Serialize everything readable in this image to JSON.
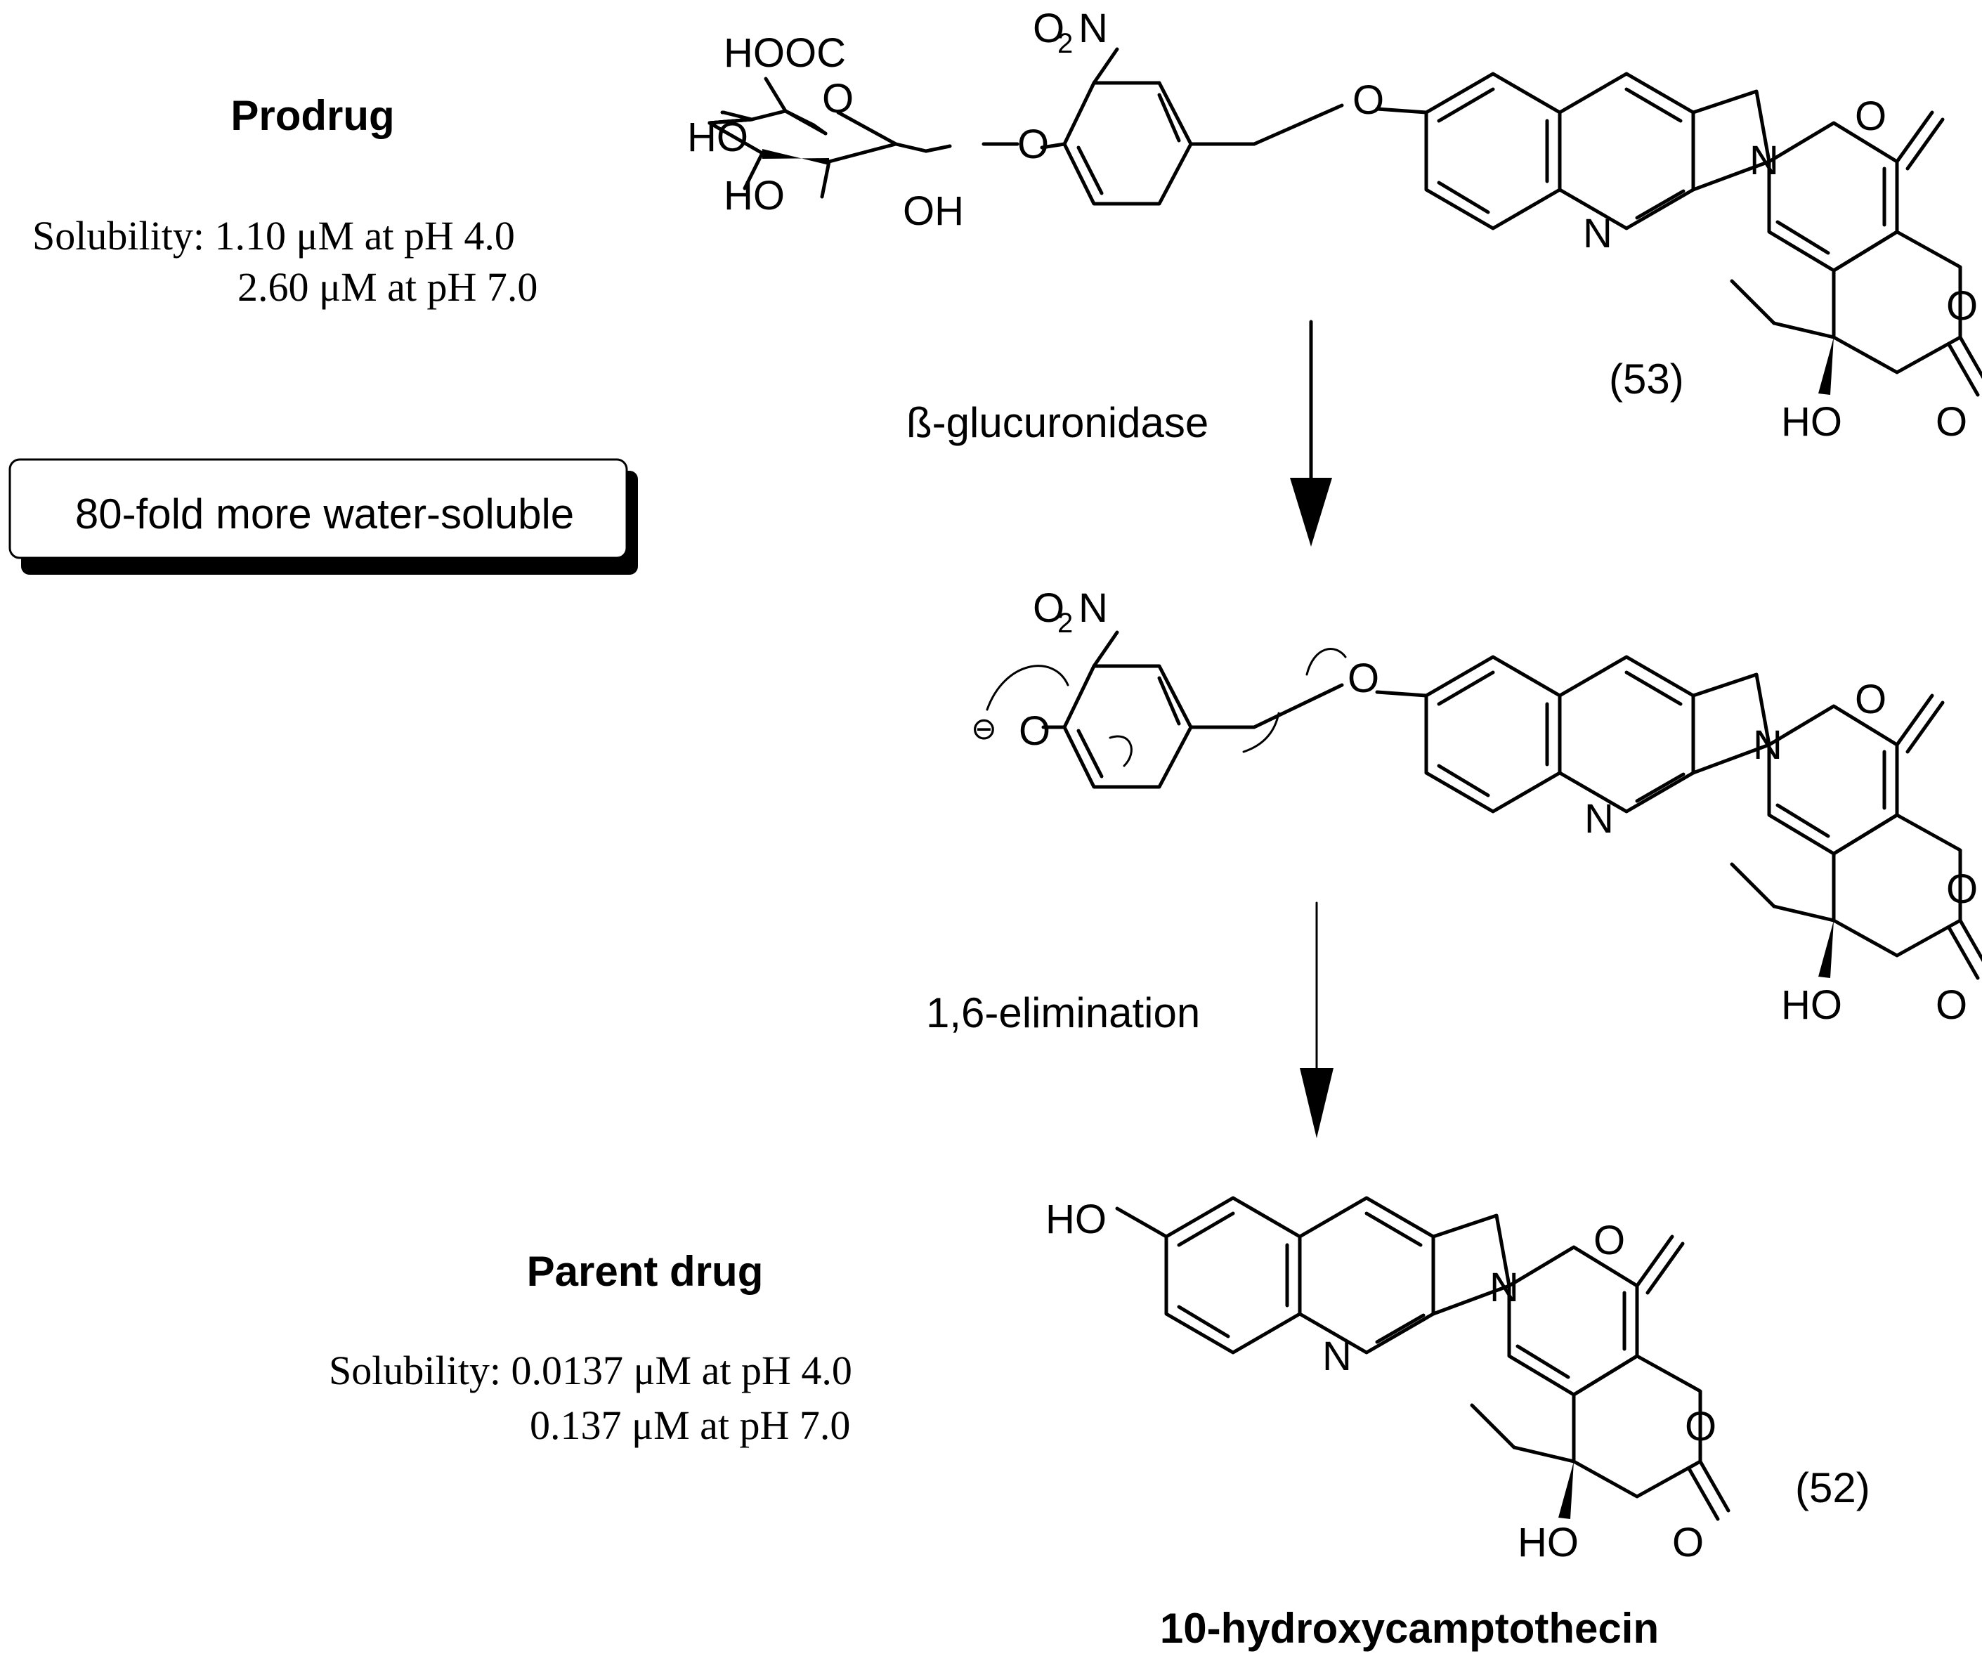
{
  "prodrug": {
    "title": "Prodrug",
    "solubility_line1": "Solubility: 1.10 μM at pH 4.0",
    "solubility_line2": "2.60 μM at pH 7.0"
  },
  "callout": {
    "text": "80-fold more water-soluble"
  },
  "compound_53": {
    "label": "(53)"
  },
  "compound_52": {
    "label": "(52)",
    "name": "10-hydroxycamptothecin"
  },
  "parent_drug": {
    "title": "Parent drug",
    "solubility_line1": "Solubility: 0.0137 μM at pH 4.0",
    "solubility_line2": "0.137 μM at pH 7.0"
  },
  "step1": {
    "label": "ß-glucuronidase"
  },
  "step2": {
    "label": "1,6-elimination"
  },
  "atoms": {
    "hooc": "HOOC",
    "ho": "HO",
    "oh": "OH",
    "o": "O",
    "n": "N",
    "no2_main": "O",
    "no2_sub": "2",
    "no2_n": "N",
    "minus": "⊖"
  }
}
